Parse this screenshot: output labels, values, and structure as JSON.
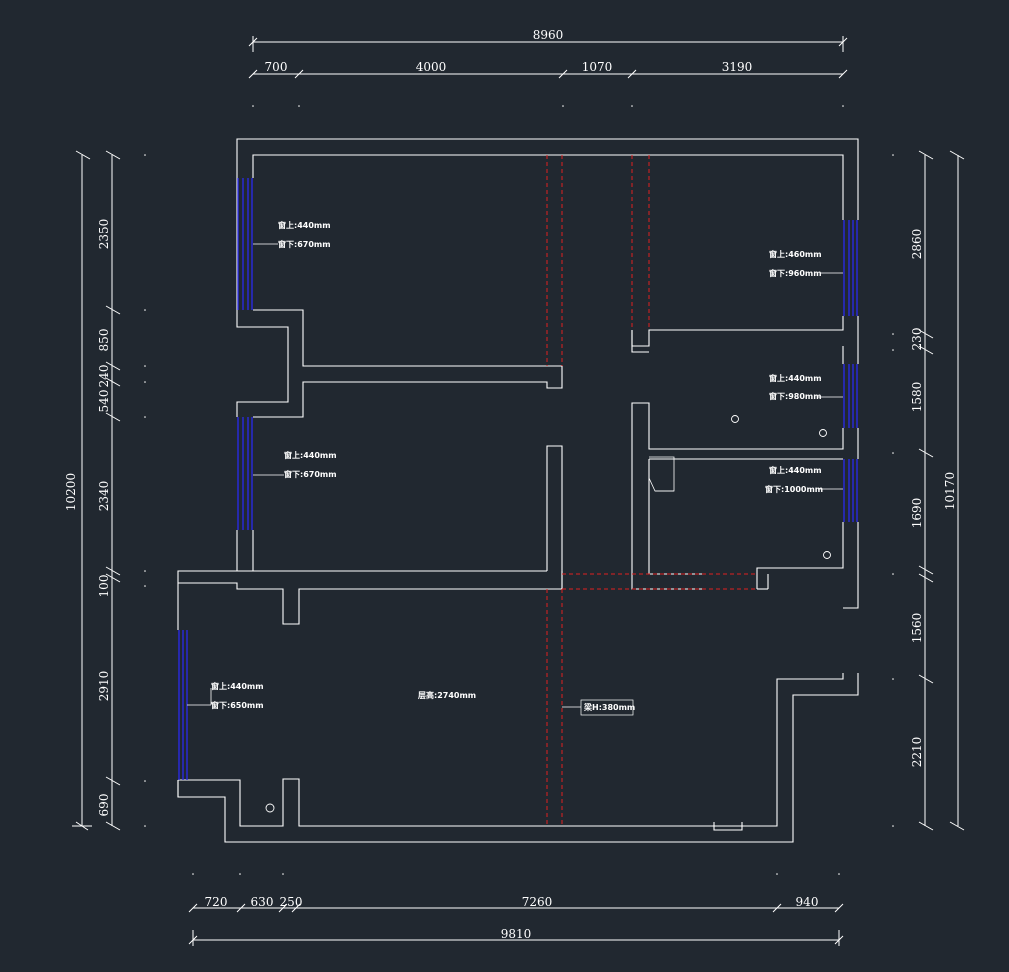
{
  "dimensions": {
    "top_total": "8960",
    "top_segments": [
      "700",
      "4000",
      "1070",
      "3190"
    ],
    "bottom_segments": [
      "720",
      "630",
      "250",
      "7260",
      "940"
    ],
    "bottom_total": "9810",
    "left_total": "10200",
    "left_segments": [
      "2350",
      "850",
      "240",
      "540",
      "2340",
      "100",
      "2910",
      "690"
    ],
    "right_total": "10170",
    "right_segments": [
      "2860",
      "230",
      "1580",
      "1690",
      "1560",
      "2210"
    ]
  },
  "window_notes": [
    {
      "upper": "窗上:440mm",
      "lower": "窗下:670mm"
    },
    {
      "upper": "窗上:440mm",
      "lower": "窗下:670mm"
    },
    {
      "upper": "窗上:460mm",
      "lower": "窗下:960mm"
    },
    {
      "upper": "窗上:440mm",
      "lower": "窗下:980mm"
    },
    {
      "upper": "窗上:440mm",
      "lower": "窗下:1000mm"
    },
    {
      "upper": "窗上:440mm",
      "lower": "窗下:650mm"
    }
  ],
  "ceiling_height": "层高:2740mm",
  "beam_label": "梁H:380mm"
}
